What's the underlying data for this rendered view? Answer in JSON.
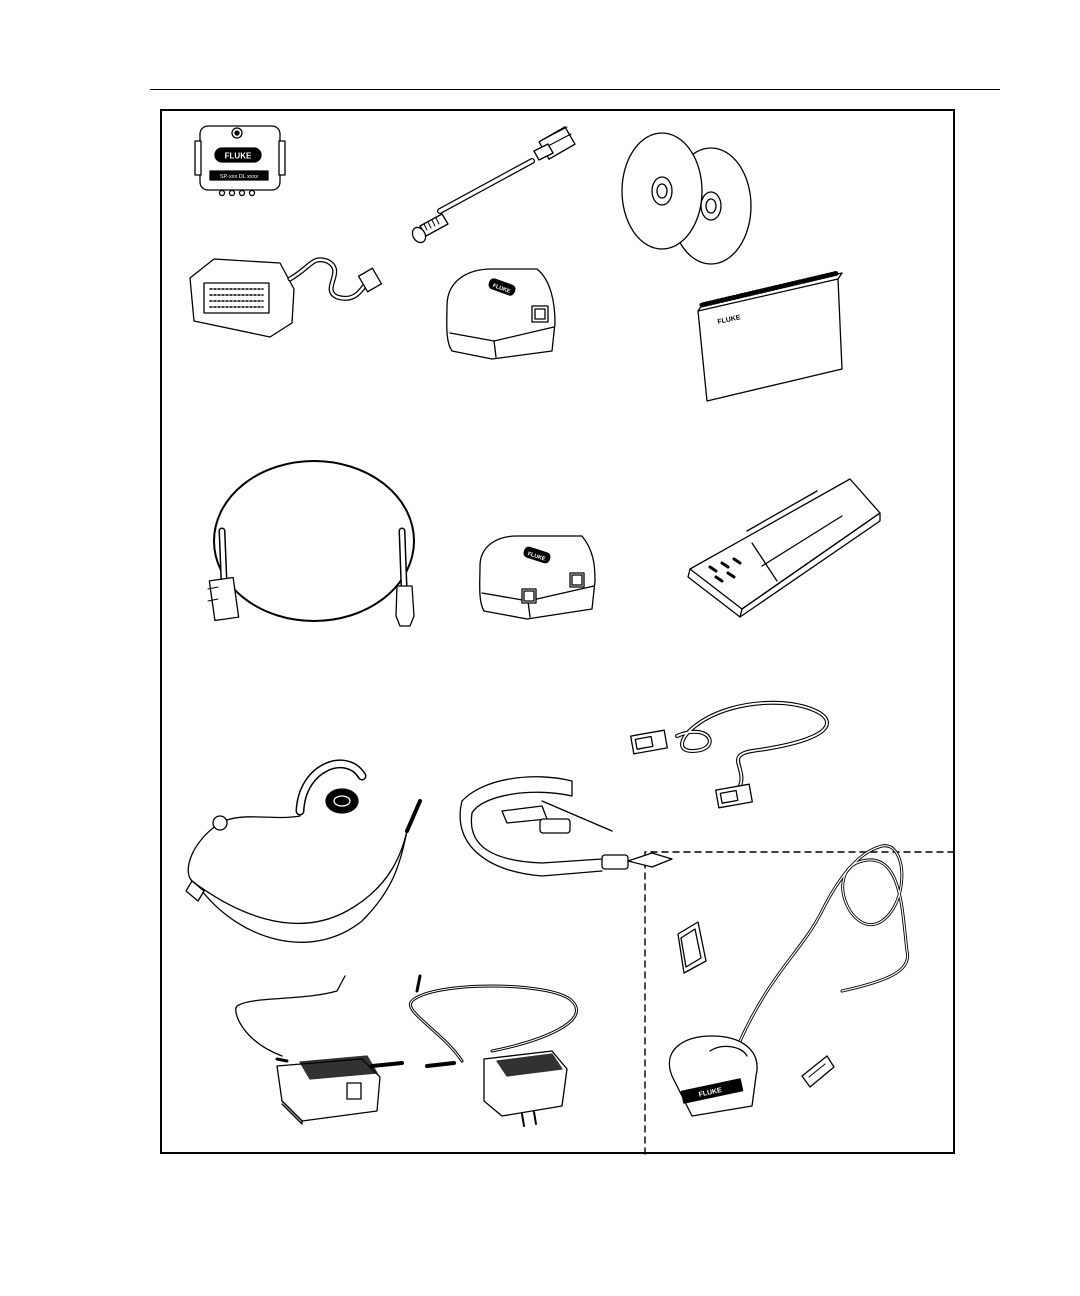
{
  "figure": {
    "items": [
      {
        "id": "tdr-module",
        "icon": "remote-module-icon",
        "labels": [
          "FLUKE",
          "SP-xxx DL xxxx"
        ]
      },
      {
        "id": "rj11-bnc-cable",
        "icon": "rj11-to-bnc-cable-icon"
      },
      {
        "id": "software-cds",
        "icon": "cd-disc-icon"
      },
      {
        "id": "probe-cable-adapter",
        "icon": "adapter-with-cable-icon"
      },
      {
        "id": "single-jack-adapter",
        "icon": "jack-adapter-icon",
        "labels": [
          "FLUKE"
        ]
      },
      {
        "id": "manual-booklet",
        "icon": "manual-booklet-icon",
        "labels": [
          "FLUKE"
        ]
      },
      {
        "id": "test-lead-set",
        "icon": "test-lead-cable-icon"
      },
      {
        "id": "dual-jack-adapter",
        "icon": "dual-jack-adapter-icon",
        "labels": [
          "FLUKE"
        ]
      },
      {
        "id": "battery-pack",
        "icon": "battery-pack-icon"
      },
      {
        "id": "serial-cable",
        "icon": "db9-serial-cable-icon"
      },
      {
        "id": "headset",
        "icon": "headset-icon"
      },
      {
        "id": "carry-strap",
        "icon": "strap-with-buckles-icon"
      },
      {
        "id": "memory-card",
        "icon": "memory-card-icon"
      },
      {
        "id": "usb-card-reader",
        "icon": "usb-card-reader-icon",
        "labels": [
          "FLUKE"
        ]
      },
      {
        "id": "ac-adapters",
        "icon": "ac-power-adapter-icon"
      }
    ]
  }
}
